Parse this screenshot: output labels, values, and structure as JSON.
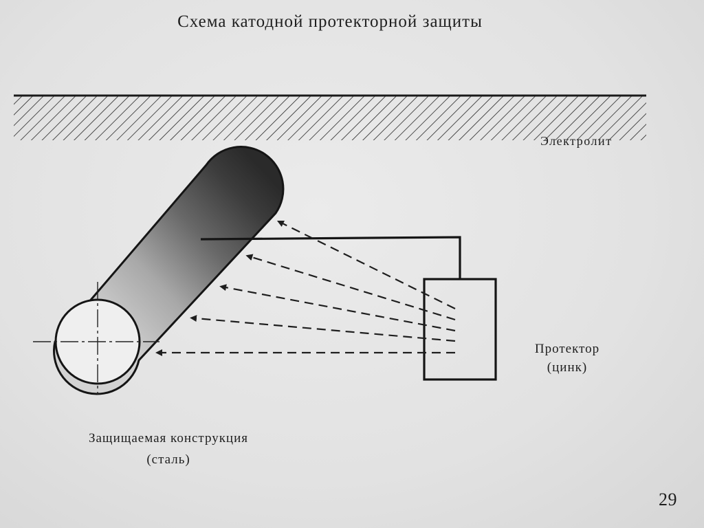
{
  "title": "Схема катодной протекторной защиты",
  "labels": {
    "electrolyte": "Электролит",
    "protector_line1": "Протектор",
    "protector_line2": "(цинк)",
    "structure_line1": "Защищаемая конструкция",
    "structure_line2": "(сталь)"
  },
  "page_number": "29",
  "colors": {
    "background": "#e6e6e6",
    "ink": "#1e1e1e"
  }
}
